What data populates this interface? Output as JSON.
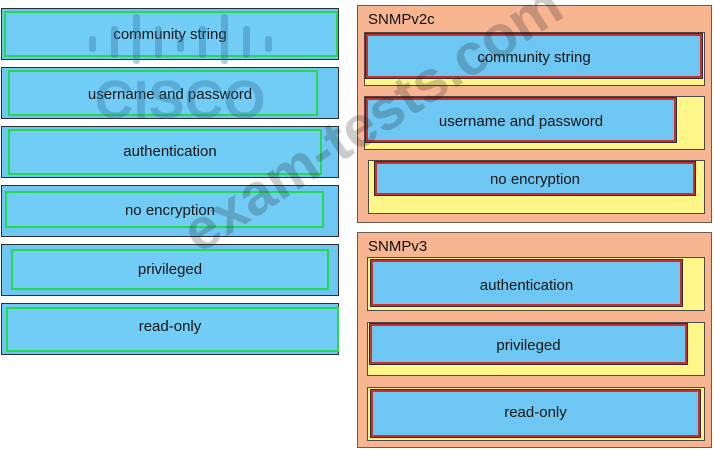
{
  "source_items": [
    {
      "label": "community string"
    },
    {
      "label": "username and password"
    },
    {
      "label": "authentication"
    },
    {
      "label": "no encryption"
    },
    {
      "label": "privileged"
    },
    {
      "label": "read-only"
    }
  ],
  "groups": [
    {
      "title": "SNMPv2c",
      "items": [
        {
          "label": "community string"
        },
        {
          "label": "username and password"
        },
        {
          "label": "no encryption"
        }
      ]
    },
    {
      "title": "SNMPv3",
      "items": [
        {
          "label": "authentication"
        },
        {
          "label": "privileged"
        },
        {
          "label": "read-only"
        }
      ]
    }
  ],
  "watermark": {
    "logo_text": "CISCO",
    "site": "exam-tests.com"
  },
  "colors": {
    "item_fill": "#6dc7f2",
    "source_border": "#26d84c",
    "placed_border": "#d02c2c",
    "group_fill": "#f8b592",
    "slot_fill": "#fff68a"
  }
}
